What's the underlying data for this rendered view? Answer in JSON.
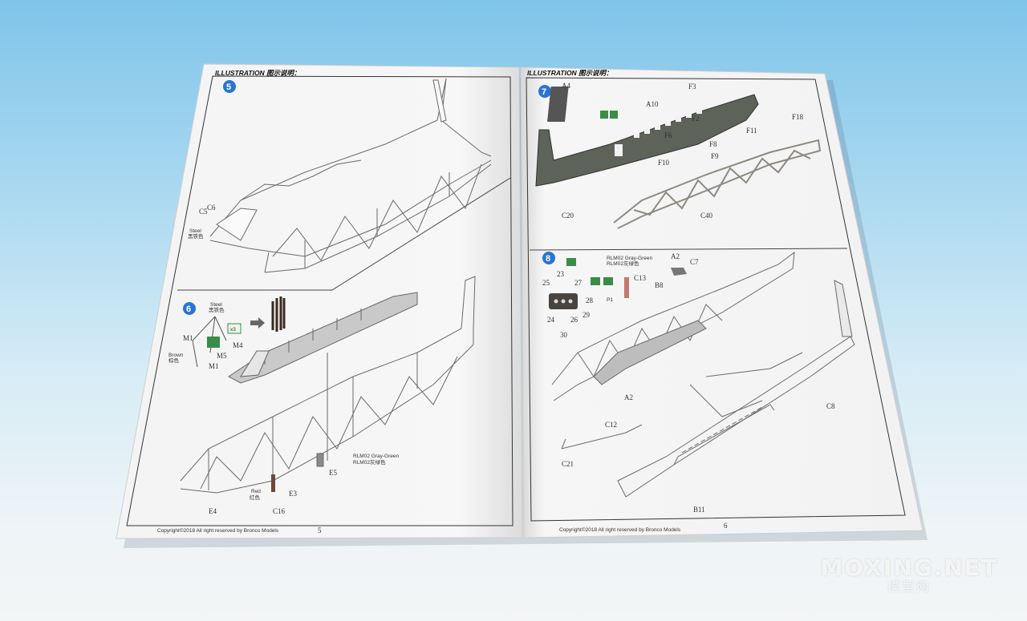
{
  "left_page": {
    "header": "ILLUSTRATION 图示说明：",
    "page_number": "5",
    "footer": "Copyright©2018  All right reserved by Bronco Models",
    "step5": {
      "number": "5",
      "labels": [
        "C5",
        "C6"
      ],
      "paint": [
        "Steel",
        "黑铁色"
      ]
    },
    "step6": {
      "number": "6",
      "steel": [
        "Steel",
        "黑铁色"
      ],
      "brown": [
        "Brown",
        "棕色"
      ],
      "multiplier": "x3",
      "parts": [
        "M1",
        "M4",
        "M5",
        "M1"
      ],
      "rlm": [
        "RLM02 Gray-Green",
        "RLM02灰绿色"
      ],
      "red": [
        "Red",
        "红色"
      ],
      "parts_lower": [
        "E5",
        "E3",
        "E4",
        "C16"
      ]
    }
  },
  "right_page": {
    "header": "ILLUSTRATION 图示说明：",
    "page_number": "6",
    "footer": "Copyright©2018  All right reserved by Bronco Models",
    "step7": {
      "number": "7",
      "parts": [
        "A4",
        "A10",
        "F3",
        "F2",
        "F6",
        "F8",
        "F11",
        "F18",
        "F10",
        "F9",
        "C20",
        "C40"
      ]
    },
    "step8": {
      "number": "8",
      "rlm": [
        "RLM02 Gray-Green",
        "RLM02灰绿色"
      ],
      "parts": [
        "A2",
        "C7",
        "B8",
        "C13",
        "P1",
        "25",
        "23",
        "27",
        "28",
        "26",
        "24",
        "29",
        "30",
        "A2",
        "C12",
        "C8",
        "C21",
        "B11"
      ]
    }
  },
  "watermark": {
    "title": "MOXING.NET",
    "subtitle": "模型网"
  }
}
